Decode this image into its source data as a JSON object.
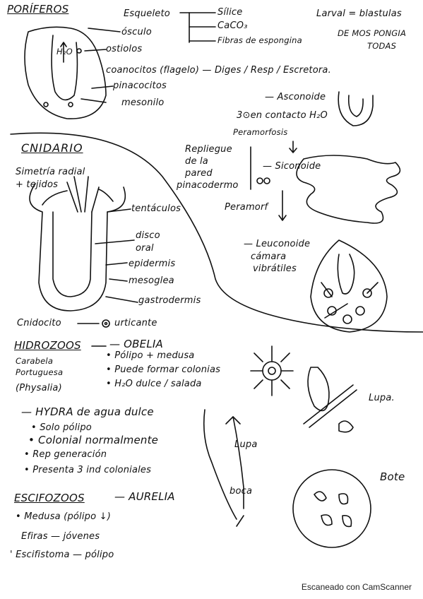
{
  "poriferos": {
    "title": "PORÍFEROS",
    "esqueleto": "Esqueleto",
    "skeleton": [
      "Sílice",
      "CaCO₃",
      "Fibras de espongina"
    ],
    "larval": "Larval = blastulas",
    "demospongia": [
      "DE MOS PONGIA",
      "TODAS"
    ],
    "labels": [
      "ósculo",
      "ostiolos",
      "coanocitos (flagelo) — Diges / Resp / Escretora.",
      "pinacocitos",
      "mesonilo"
    ],
    "h2o": "H₂O",
    "asconoide": [
      "— Asconoide",
      "3⊙en contacto H₂O",
      "Peramorfosis"
    ],
    "repliegue": [
      "Repliegue",
      "de la",
      "pared",
      "pinacodermo"
    ],
    "siconoide": "— Siconoide",
    "peramorf": "Peramorf",
    "leuconoide": [
      "— Leuconoide",
      "cámara",
      "vibrátiles"
    ]
  },
  "cnidario": {
    "title": "CNIDARIO",
    "simetria": [
      "Simetría radial",
      "+ tejidos"
    ],
    "labels": [
      "tentáculos",
      "disco",
      "oral",
      "epidermis",
      "mesoglea",
      "gastrodermis"
    ],
    "cnidocito": "Cnidocito",
    "urticante": "urticante"
  },
  "hidrozoos": {
    "title": "HIDROZOOS",
    "obelia": "— OBELIA",
    "carabela": [
      "Carabela",
      "Portuguesa",
      "(Physalia)"
    ],
    "obelia_items": [
      "Pólipo + medusa",
      "Puede formar colonias",
      "H₂O dulce / salada"
    ],
    "hydra": "— HYDRA de agua dulce",
    "hydra_items": [
      "Solo pólipo",
      "Colonial normalmente",
      "Rep generación",
      "Presenta 3 ind coloniales"
    ],
    "lupa1": "Lupa",
    "lupa2": "Lupa.",
    "boca": "boca",
    "bote": "Bote"
  },
  "escifozoos": {
    "title": "ESCIFOZOOS",
    "aurelia": "— AURELIA",
    "items": [
      "Medusa (pólipo ↓)",
      "Efiras — jóvenes",
      "Escifistoma — pólipo"
    ]
  },
  "footer": "Escaneado con CamScanner"
}
